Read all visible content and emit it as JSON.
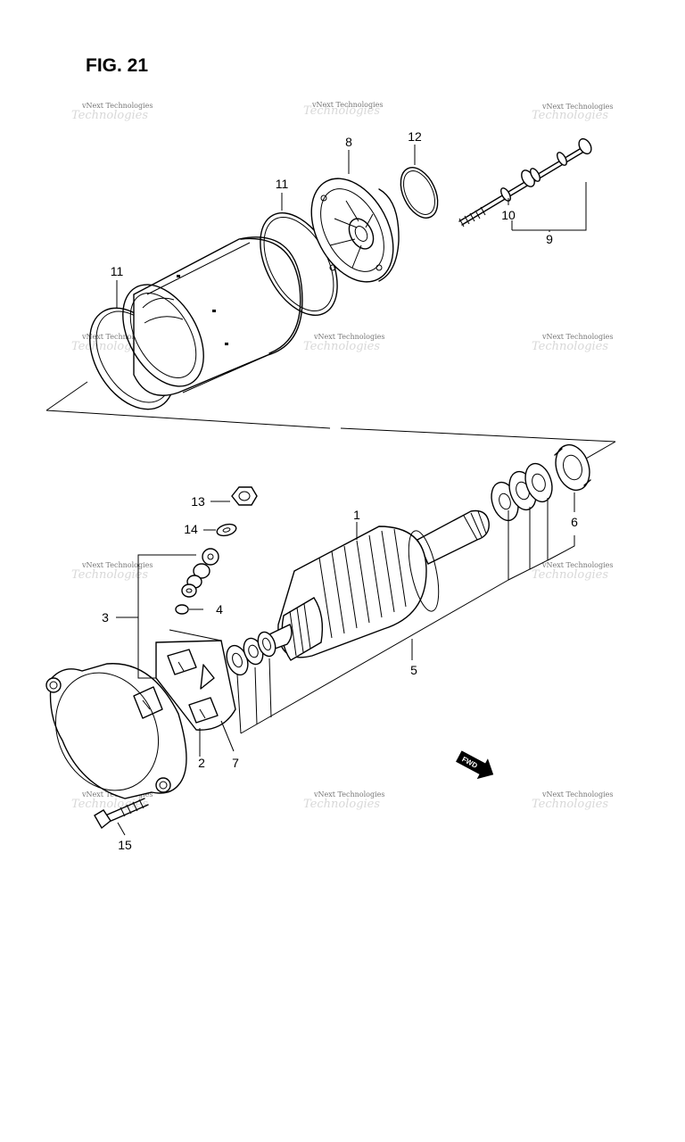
{
  "figure": {
    "title": "FIG. 21"
  },
  "watermark": {
    "text": "vNext Technologies",
    "ghost_text": "Technologies"
  },
  "direction_badge": {
    "text": "FWD",
    "icon": "fwd-arrow-icon"
  },
  "callouts": {
    "c1": "1",
    "c2": "2",
    "c3": "3",
    "c4": "4",
    "c5": "5",
    "c6": "6",
    "c7": "7",
    "c8": "8",
    "c9": "9",
    "c10": "10",
    "c11a": "11",
    "c11b": "11",
    "c12": "12",
    "c13": "13",
    "c14": "14",
    "c15": "15"
  }
}
